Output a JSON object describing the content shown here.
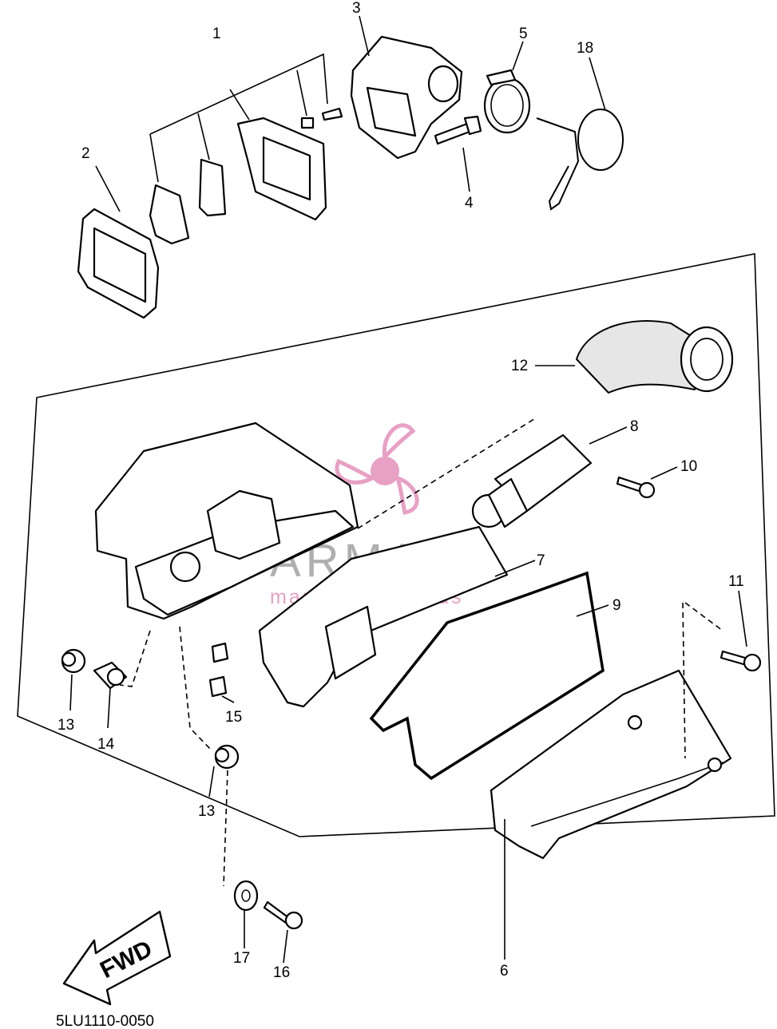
{
  "diagram": {
    "drawing_code": "5LU1110-0050",
    "direction_arrow": "FWD",
    "watermark": {
      "brand": "ARMADA",
      "tagline": "marine outboards",
      "logo_color": "#e8a0c4",
      "icon": "propeller-logo-icon"
    },
    "callouts": {
      "c1": "1",
      "c2": "2",
      "c3": "3",
      "c4": "4",
      "c5": "5",
      "c6": "6",
      "c7": "7",
      "c8": "8",
      "c9": "9",
      "c10": "10",
      "c11": "11",
      "c12": "12",
      "c13a": "13",
      "c13b": "13",
      "c14": "14",
      "c15": "15",
      "c16": "16",
      "c17": "17",
      "c18": "18"
    }
  }
}
